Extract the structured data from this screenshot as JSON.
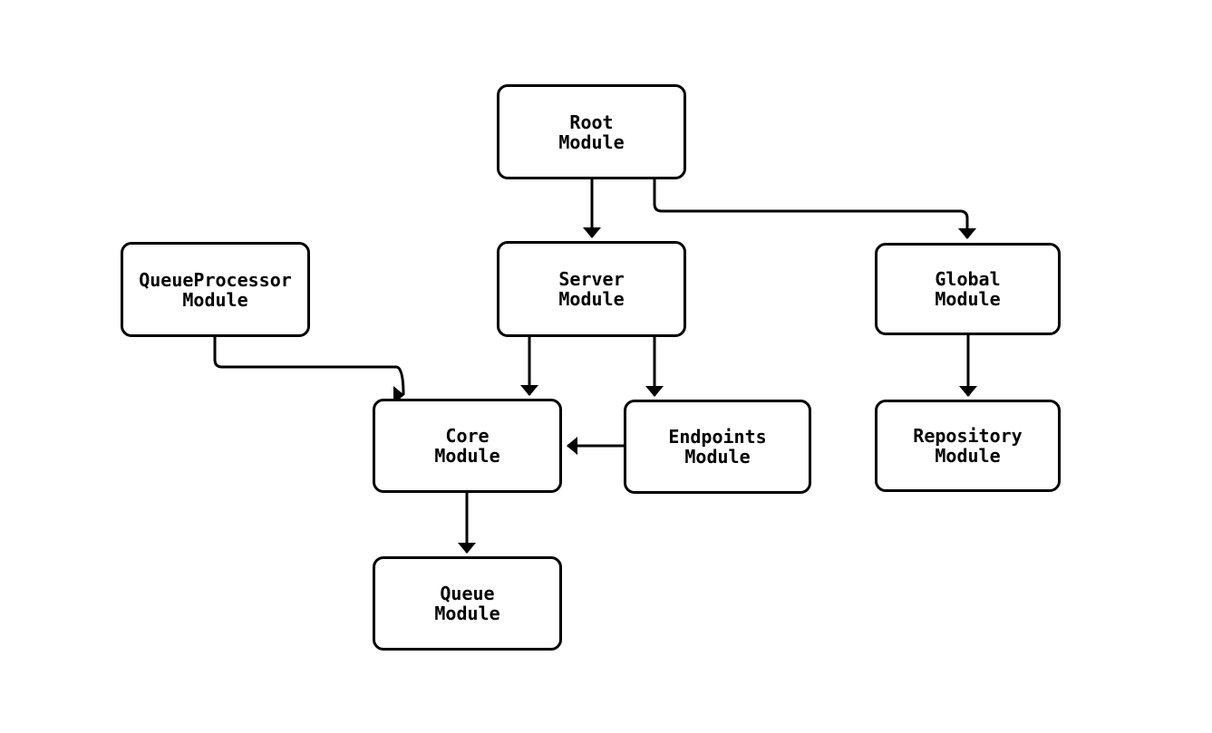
{
  "diagram": {
    "type": "flowchart",
    "direction": "top-down",
    "stroke_color": "#000000",
    "node_fill_color": "#ffffff",
    "background_color": "#ffffff",
    "nodes": {
      "root": {
        "label": "Root\nModule"
      },
      "queue_processor": {
        "label": "QueueProcessor\nModule"
      },
      "server": {
        "label": "Server\nModule"
      },
      "global": {
        "label": "Global\nModule"
      },
      "core": {
        "label": "Core\nModule"
      },
      "endpoints": {
        "label": "Endpoints\nModule"
      },
      "repository": {
        "label": "Repository\nModule"
      },
      "queue": {
        "label": "Queue\nModule"
      }
    },
    "edges": [
      {
        "from": "root",
        "to": "server"
      },
      {
        "from": "root",
        "to": "global"
      },
      {
        "from": "queue_processor",
        "to": "core"
      },
      {
        "from": "server",
        "to": "core"
      },
      {
        "from": "server",
        "to": "endpoints"
      },
      {
        "from": "endpoints",
        "to": "core"
      },
      {
        "from": "global",
        "to": "repository"
      },
      {
        "from": "core",
        "to": "queue"
      }
    ]
  }
}
